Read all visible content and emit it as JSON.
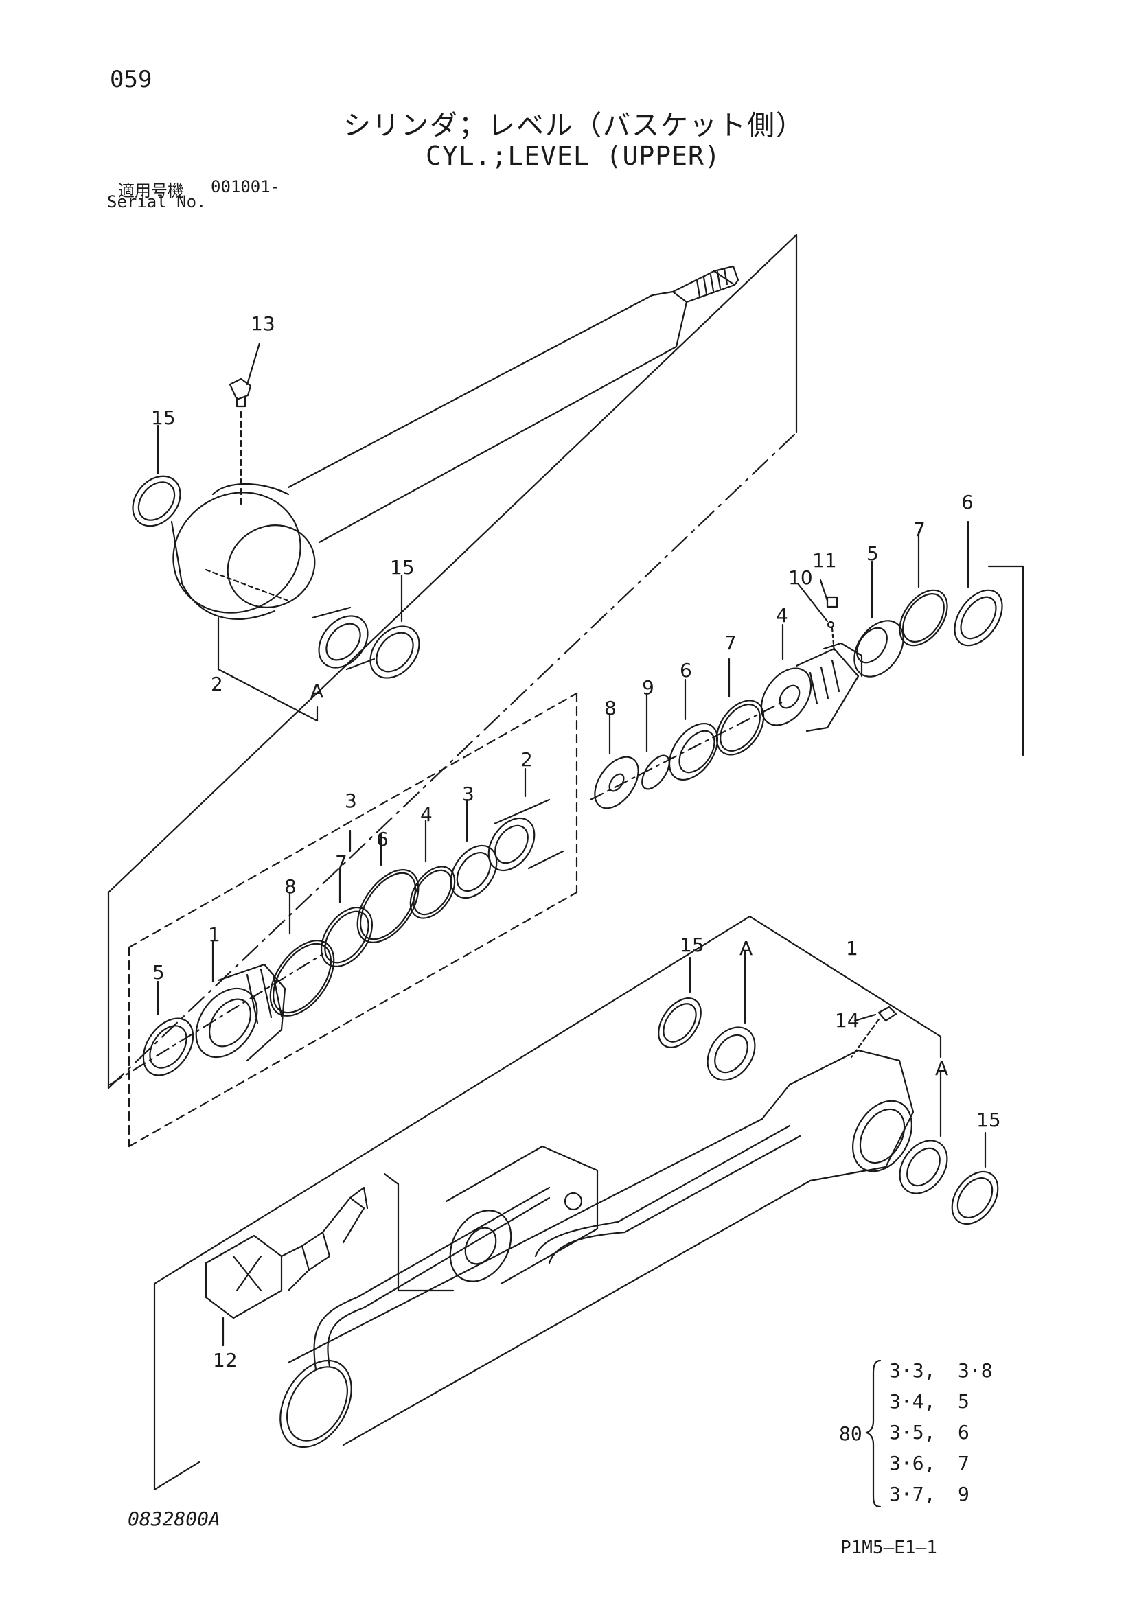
{
  "header": {
    "page_number": "059",
    "title_jp": "シリンダ；レベル（バスケット側）",
    "title_en": "CYL.;LEVEL (UPPER)",
    "serial_label_jp": "適用号機",
    "serial_label_en": "Serial No.",
    "serial_value": "001001-"
  },
  "callouts": {
    "c13": "13",
    "c15a": "15",
    "c15b": "15",
    "c2a": "2",
    "cAa": "A",
    "c11": "11",
    "c10": "10",
    "c5a": "5",
    "c7a": "7",
    "c6a": "6",
    "c4a": "4",
    "c8a": "8",
    "c9": "9",
    "c6b": "6",
    "c7b": "7",
    "c3a": "3",
    "c3b": "3",
    "c4b": "4",
    "c6c": "6",
    "c7c": "7",
    "c2b": "2",
    "c8b": "8",
    "c1a": "1",
    "c5b": "5",
    "c15c": "15",
    "cAb": "A",
    "c1b": "1",
    "c14": "14",
    "cAc": "A",
    "c15d": "15",
    "c12": "12"
  },
  "kit": {
    "number": "80",
    "rows": [
      {
        "a": "3·3,",
        "b": "3·8"
      },
      {
        "a": "3·4,",
        "b": "5"
      },
      {
        "a": "3·5,",
        "b": "6"
      },
      {
        "a": "3·6,",
        "b": "7"
      },
      {
        "a": "3·7,",
        "b": "9"
      }
    ]
  },
  "footer": {
    "drawing_number": "0832800A",
    "page_code": "P1M5–E1–1"
  }
}
